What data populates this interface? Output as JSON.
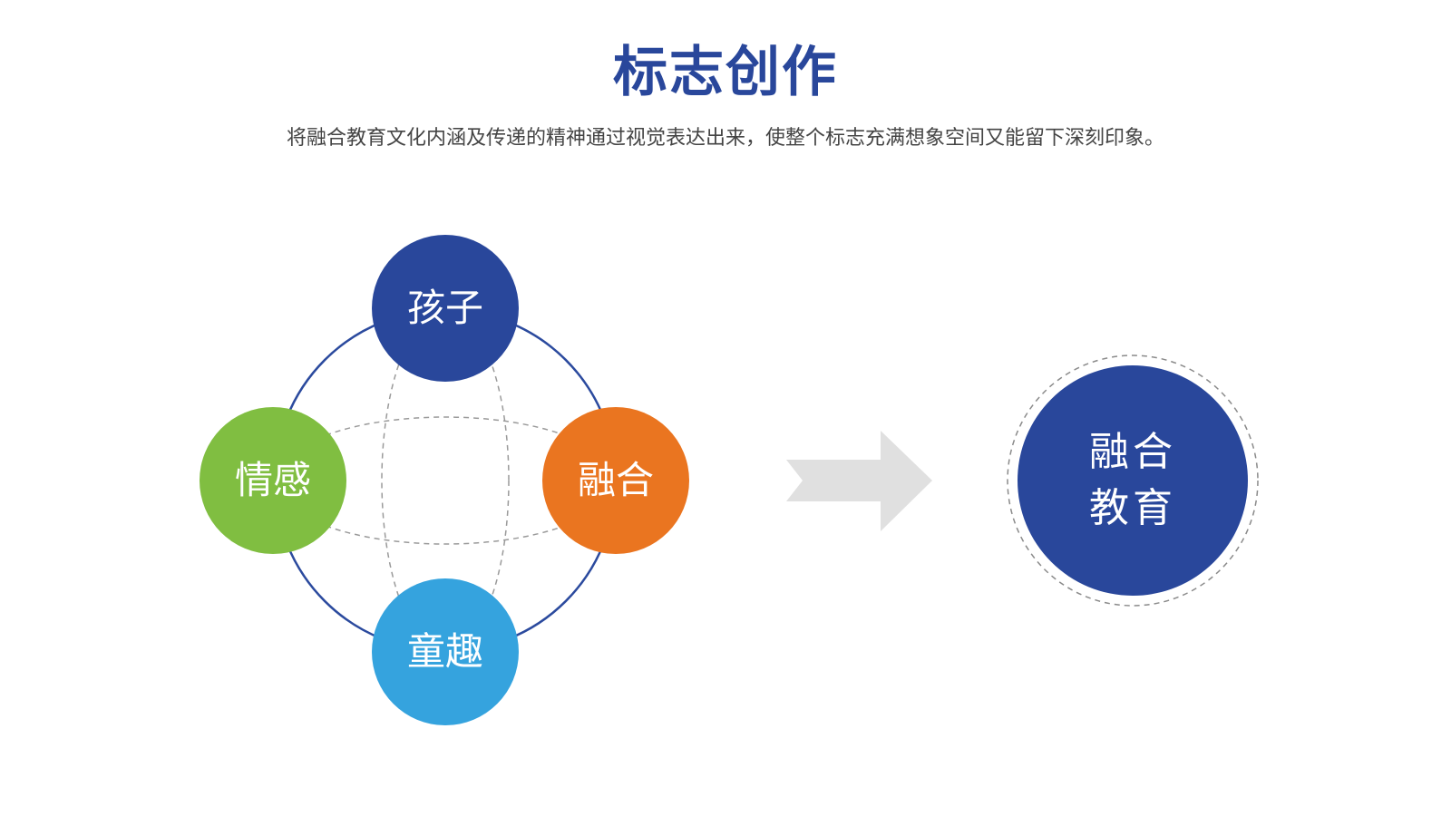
{
  "title": "标志创作",
  "subtitle": "将融合教育文化内涵及传递的精神通过视觉表达出来，使整个标志充满想象空间又能留下深刻印象。",
  "colors": {
    "title": "#29479b",
    "subtitle": "#444444",
    "ring": "#2b4a9e",
    "dashed": "#9a9a9a",
    "arrow": "#e0e0e0"
  },
  "nodes": {
    "top": {
      "label": "孩子",
      "color": "#29479b"
    },
    "left": {
      "label": "情感",
      "color": "#80be41"
    },
    "right": {
      "label": "融合",
      "color": "#ea7520"
    },
    "bottom": {
      "label": "童趣",
      "color": "#35a3de"
    }
  },
  "result": {
    "line1": "融合",
    "line2": "教育",
    "color": "#29479b"
  }
}
